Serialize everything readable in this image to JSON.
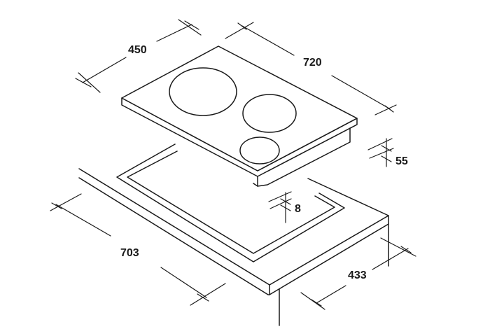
{
  "dimensions": {
    "top_depth": "450",
    "top_width": "720",
    "top_height": "55",
    "cutout_clearance": "8",
    "cutout_width": "703",
    "cutout_depth": "433"
  },
  "colors": {
    "line": "#1a1a1a",
    "background": "#ffffff"
  }
}
